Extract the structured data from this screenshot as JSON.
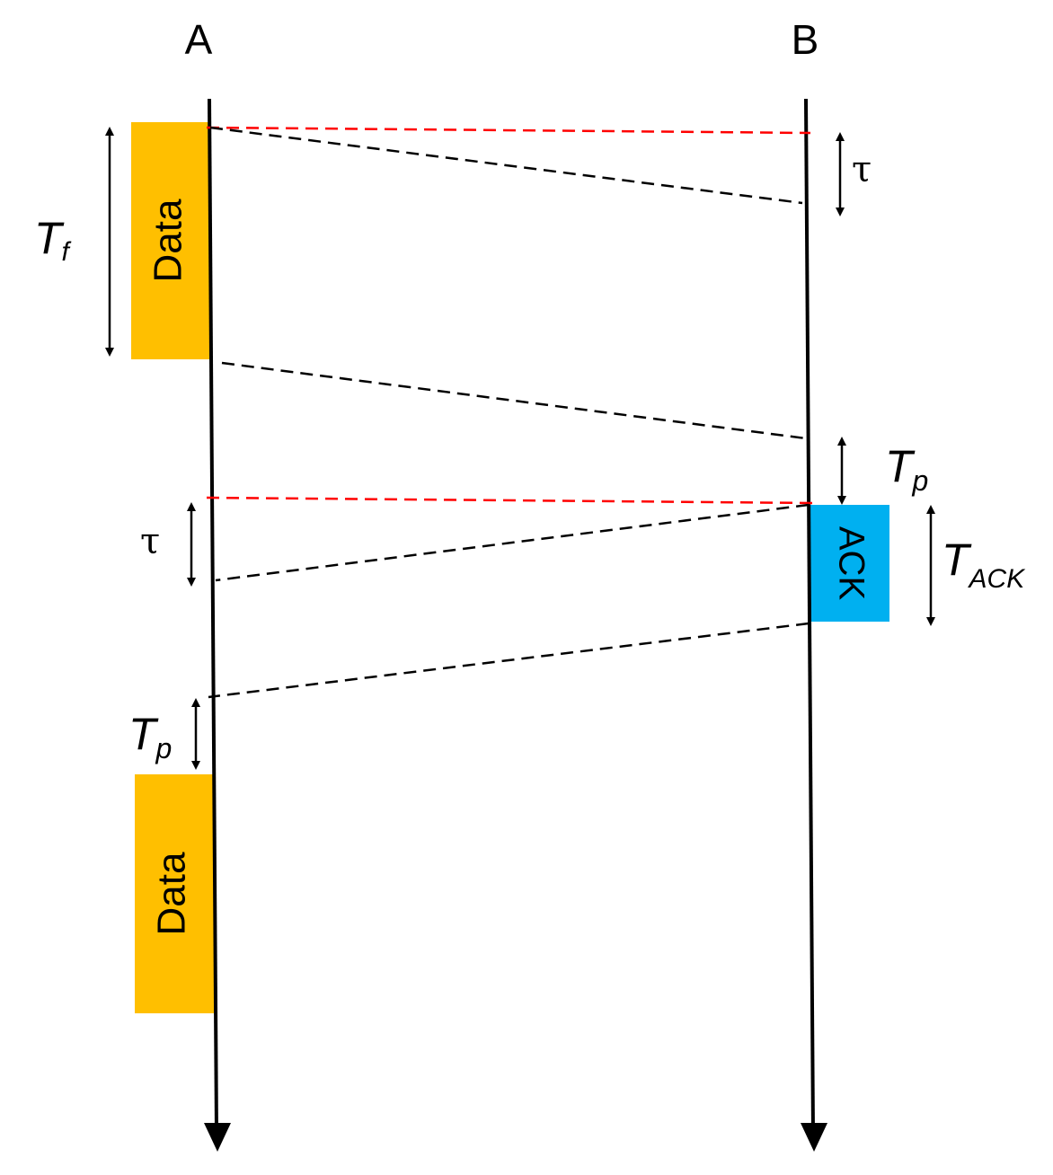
{
  "nodes": {
    "a": "A",
    "b": "B"
  },
  "frames": {
    "data_1": "Data",
    "ack": "ACK",
    "data_2": "Data"
  },
  "annotations": {
    "tf": {
      "main": "T",
      "sub": "f"
    },
    "tau_b": "τ",
    "tp_b": {
      "main": "T",
      "sub": "p"
    },
    "tack": {
      "main": "T",
      "sub": "ACK"
    },
    "tau_a": "τ",
    "tp_a": {
      "main": "T",
      "sub": "p"
    }
  },
  "colors": {
    "data_frame": "#ffbf00",
    "ack_frame": "#00b0f0",
    "sync_line": "#ff0000",
    "signal_line": "#000000"
  }
}
